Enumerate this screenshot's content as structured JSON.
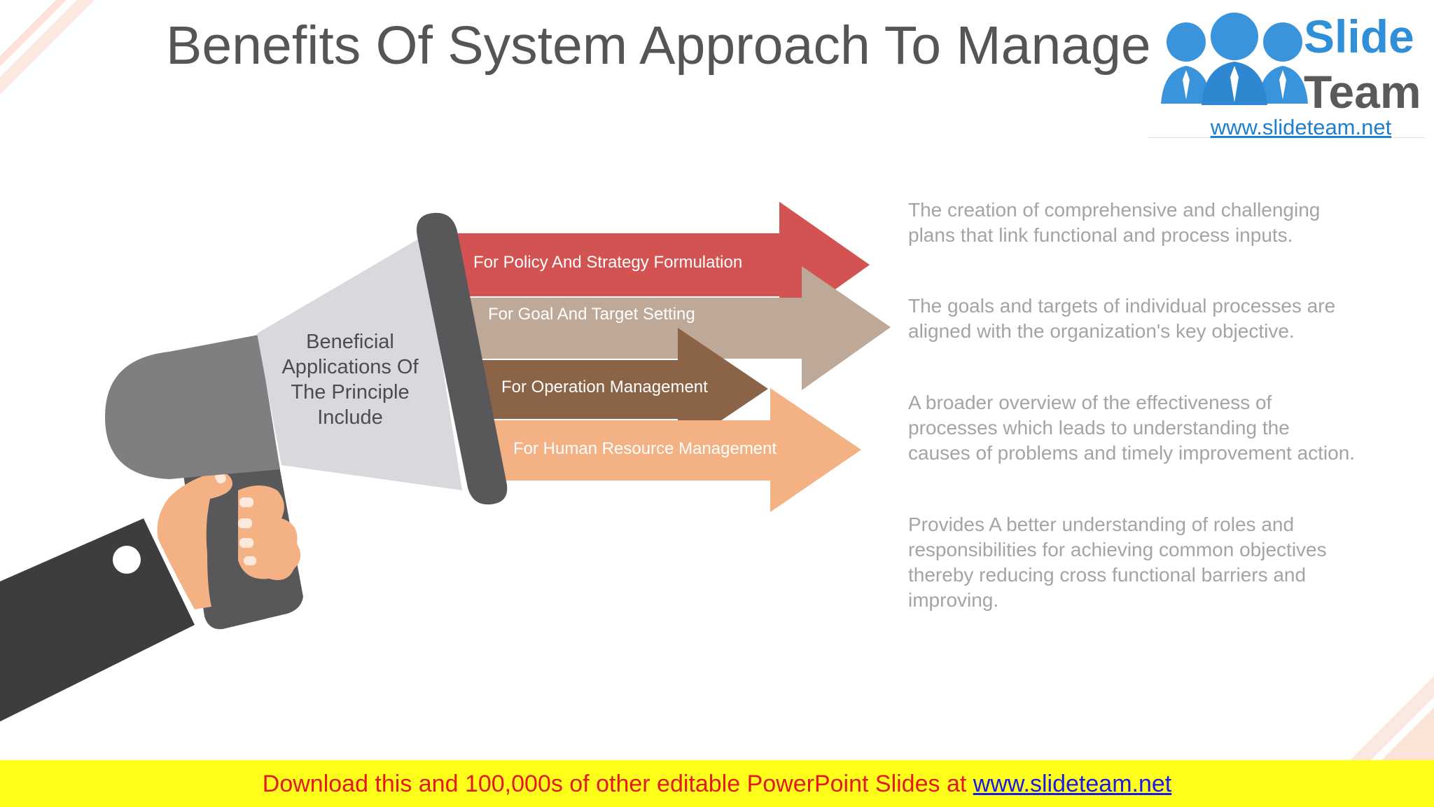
{
  "slide": {
    "title": "Benefits Of System Approach To Management"
  },
  "logo": {
    "word_top": "Slide",
    "word_bottom": "Team",
    "url": "www.slideteam.net"
  },
  "megaphone": {
    "center_text": "Beneficial Applications Of The Principle Include"
  },
  "arrows": [
    {
      "label": "For Policy And Strategy Formulation",
      "color": "#d35352"
    },
    {
      "label": "For Goal And Target Setting",
      "color": "#bea898"
    },
    {
      "label": "For Operation Management",
      "color": "#8b6447"
    },
    {
      "label": "For Human Resource Management",
      "color": "#f4b184"
    }
  ],
  "descriptions": [
    "The creation of comprehensive and challenging plans that link functional and process inputs.",
    "The goals and targets of individual processes are aligned with the organization's key objective.",
    "A broader overview of the effectiveness of processes which leads to understanding the causes of problems and timely improvement action.",
    "Provides A better understanding of roles and responsibilities for achieving common objectives thereby reducing cross functional barriers and improving."
  ],
  "footer": {
    "text": "Download this and 100,000s of other editable PowerPoint Slides at ",
    "link": "www.slideteam.net"
  },
  "colors": {
    "footer_bg": "#ffff1a",
    "footer_text": "#e41a1a",
    "footer_link": "#1a1ae6",
    "megaphone_dark": "#58585a",
    "megaphone_body": "#7f7f81",
    "megaphone_cone": "#d9d8dc",
    "sleeve": "#3d3c3e",
    "hand": "#f4b183"
  }
}
